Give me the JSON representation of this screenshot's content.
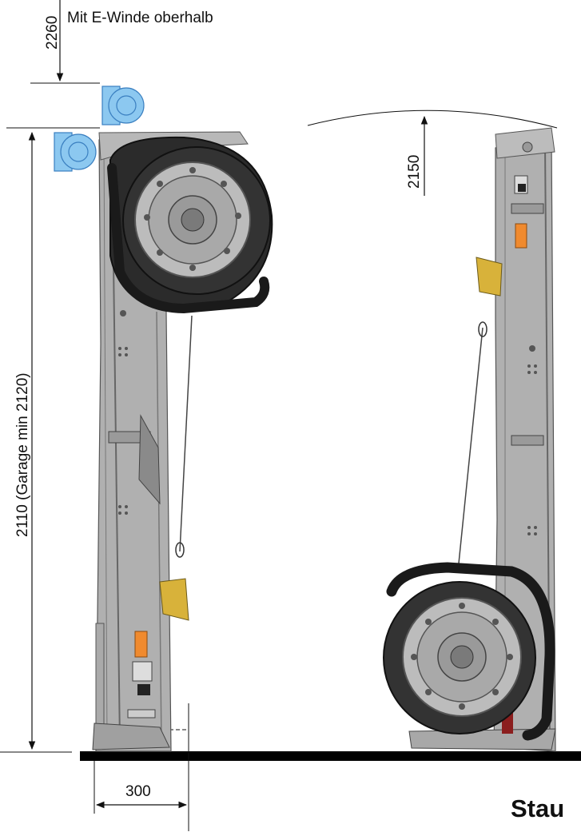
{
  "labels": {
    "winch_height": "2260",
    "winch_note": "Mit E-Winde oberhalb",
    "upright_height": "2110 (Garage min 2120)",
    "swing_height": "2150",
    "depth": "300",
    "stow_text": "Stau"
  },
  "icons": {
    "winch_upper": "e-winch-icon",
    "winch_lower": "e-winch-icon"
  },
  "colors": {
    "winch": "#8cc8f0",
    "winch_stroke": "#3a7fc0",
    "frame": "#a9a9a9",
    "frame_dark": "#6e6e6e",
    "tire": "#2b2b2b",
    "rim": "#bcbcbc",
    "yellow_block": "#d8b23a",
    "orange_tag": "#f08a2e",
    "ground": "#000000"
  }
}
